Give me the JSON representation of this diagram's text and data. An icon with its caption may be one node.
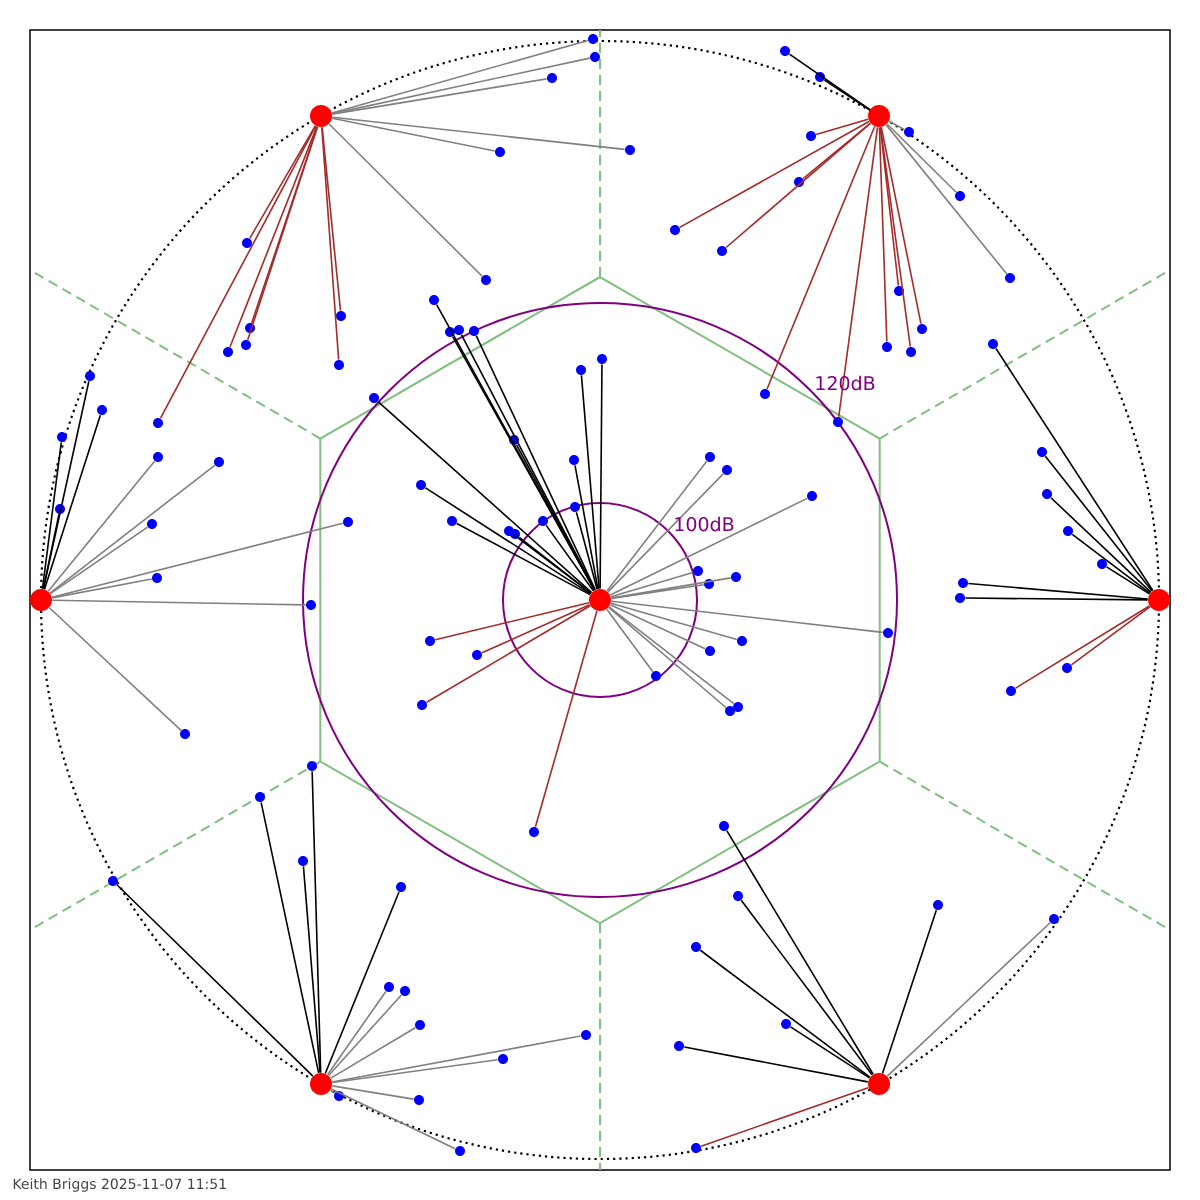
{
  "diagram": {
    "nodes": [
      {
        "text": [],
        "shape": "circle"
      },
      {
        "text": [],
        "shape": "circle"
      },
      {
        "text": [],
        "shape": "circle"
      },
      {
        "text": [],
        "shape": "circle"
      },
      {
        "text": [],
        "shape": "circle"
      },
      {
        "text": [],
        "shape": "circle"
      },
      {
        "text": [],
        "shape": "circle"
      },
      {
        "text": [],
        "shape": "circle"
      },
      {
        "text": [],
        "shape": "circle"
      },
      {
        "text": [],
        "shape": "circle"
      },
      {
        "text": [],
        "shape": "circle"
      },
      {
        "text": [],
        "shape": "circle"
      },
      {
        "text": [],
        "shape": "circle"
      },
      {
        "text": [],
        "shape": "circle"
      },
      {
        "text": [],
        "shape": "circle"
      },
      {
        "text": [],
        "shape": "circle"
      },
      {
        "text": [],
        "shape": "circle"
      },
      {
        "text": [],
        "shape": "circle"
      },
      {
        "text": [],
        "shape": "circle"
      },
      {
        "text": [],
        "shape": "circle"
      },
      {
        "text": [],
        "shape": "circle"
      },
      {
        "text": [],
        "shape": "circle"
      },
      {
        "text": [],
        "shape": "circle"
      },
      {
        "text": [],
        "shape": "circle"
      },
      {
        "text": [],
        "shape": "circle"
      },
      {
        "text": [],
        "shape": "circle"
      },
      {
        "text": [],
        "shape": "circle"
      },
      {
        "text": [],
        "shape": "circle"
      },
      {
        "text": [],
        "shape": "circle"
      },
      {
        "text": [],
        "shape": "circle"
      },
      {
        "text": [],
        "shape": "circle"
      },
      {
        "text": [],
        "shape": "circle"
      },
      {
        "text": [],
        "shape": "circle"
      },
      {
        "text": [],
        "shape": "circle"
      },
      {
        "text": [],
        "shape": "circle"
      },
      {
        "text": [],
        "shape": "circle"
      },
      {
        "text": [],
        "shape": "circle"
      },
      {
        "text": [],
        "shape": "circle"
      },
      {
        "text": [],
        "shape": "circle"
      },
      {
        "text": [],
        "shape": "circle"
      },
      {
        "text": [],
        "shape": "circle"
      },
      {
        "text": [],
        "shape": "circle"
      },
      {
        "text": [],
        "shape": "circle"
      },
      {
        "text": [],
        "shape": "circle"
      },
      {
        "text": [],
        "shape": "circle"
      },
      {
        "text": [],
        "shape": "circle"
      },
      {
        "text": [],
        "shape": "circle"
      },
      {
        "text": [],
        "shape": "circle"
      },
      {
        "text": [],
        "shape": "circle"
      },
      {
        "text": [],
        "shape": "circle"
      },
      {
        "text": [],
        "shape": "circle"
      },
      {
        "text": [],
        "shape": "circle"
      },
      {
        "text": [],
        "shape": "circle"
      },
      {
        "text": [],
        "shape": "circle"
      },
      {
        "text": [],
        "shape": "circle"
      },
      {
        "text": [],
        "shape": "circle"
      },
      {
        "text": [],
        "shape": "circle"
      },
      {
        "text": [],
        "shape": "circle"
      },
      {
        "text": [],
        "shape": "circle"
      },
      {
        "text": [],
        "shape": "circle"
      },
      {
        "text": [],
        "shape": "circle"
      },
      {
        "text": [],
        "shape": "circle"
      },
      {
        "text": [],
        "shape": "circle"
      },
      {
        "text": [],
        "shape": "circle"
      },
      {
        "text": [],
        "shape": "circle"
      },
      {
        "text": [],
        "shape": "circle"
      },
      {
        "text": [],
        "shape": "circle"
      },
      {
        "text": [],
        "shape": "circle"
      },
      {
        "text": [],
        "shape": "circle"
      },
      {
        "text": [],
        "shape": "circle"
      },
      {
        "text": [],
        "shape": "circle"
      },
      {
        "text": [],
        "shape": "circle"
      },
      {
        "text": [],
        "shape": "circle"
      },
      {
        "text": [],
        "shape": "circle"
      },
      {
        "text": [],
        "shape": "circle"
      },
      {
        "text": [],
        "shape": "circle"
      },
      {
        "text": [],
        "shape": "circle"
      },
      {
        "text": [],
        "shape": "circle"
      },
      {
        "text": [],
        "shape": "circle"
      },
      {
        "text": [],
        "shape": "circle"
      },
      {
        "text": [],
        "shape": "circle"
      },
      {
        "text": [],
        "shape": "circle"
      },
      {
        "text": [],
        "shape": "circle"
      },
      {
        "text": [],
        "shape": "circle"
      },
      {
        "text": [],
        "shape": "circle"
      },
      {
        "text": [],
        "shape": "circle"
      },
      {
        "text": [],
        "shape": "circle"
      },
      {
        "text": [],
        "shape": "circle"
      },
      {
        "text": [],
        "shape": "circle"
      },
      {
        "text": [],
        "shape": "circle"
      },
      {
        "text": [],
        "shape": "circle"
      },
      {
        "text": [],
        "shape": "circle"
      },
      {
        "text": [],
        "shape": "circle"
      },
      {
        "text": [],
        "shape": "circle"
      },
      {
        "text": [],
        "shape": "circle"
      },
      {
        "text": [],
        "shape": "circle"
      },
      {
        "text": [],
        "shape": "circle"
      },
      {
        "text": [],
        "shape": "circle"
      },
      {
        "text": [],
        "shape": "circle"
      },
      {
        "text": [],
        "shape": "circle"
      },
      {
        "text": [],
        "shape": "circle"
      },
      {
        "text": [],
        "shape": "circle"
      },
      {
        "text": [],
        "shape": "circle"
      },
      {
        "text": [],
        "shape": "circle"
      },
      {
        "text": [],
        "shape": "circle"
      },
      {
        "text": [],
        "shape": "circle"
      },
      {
        "text": [],
        "shape": "circle"
      }
    ],
    "edges": [
      {
        "from": 0,
        "to": 7,
        "arrow": "none"
      },
      {
        "from": 0,
        "to": 8,
        "arrow": "none"
      },
      {
        "from": 0,
        "to": 9,
        "arrow": "none"
      },
      {
        "from": 0,
        "to": 10,
        "arrow": "none"
      },
      {
        "from": 0,
        "to": 11,
        "arrow": "none"
      },
      {
        "from": 0,
        "to": 12,
        "arrow": "none"
      },
      {
        "from": 0,
        "to": 13,
        "arrow": "none"
      },
      {
        "from": 0,
        "to": 14,
        "arrow": "none"
      },
      {
        "from": 0,
        "to": 15,
        "arrow": "none"
      },
      {
        "from": 0,
        "to": 16,
        "arrow": "none"
      },
      {
        "from": 0,
        "to": 17,
        "arrow": "none"
      },
      {
        "from": 0,
        "to": 18,
        "arrow": "none"
      },
      {
        "from": 0,
        "to": 19,
        "arrow": "none"
      },
      {
        "from": 0,
        "to": 20,
        "arrow": "none"
      },
      {
        "from": 0,
        "to": 21,
        "arrow": "none"
      },
      {
        "from": 0,
        "to": 22,
        "arrow": "none",
        "color": "#808080"
      },
      {
        "from": 0,
        "to": 23,
        "arrow": "none",
        "color": "#808080"
      },
      {
        "from": 0,
        "to": 24,
        "arrow": "none",
        "color": "#808080"
      },
      {
        "from": 0,
        "to": 25,
        "arrow": "none",
        "color": "#808080"
      },
      {
        "from": 0,
        "to": 26,
        "arrow": "none",
        "color": "#808080"
      },
      {
        "from": 0,
        "to": 27,
        "arrow": "none",
        "color": "#808080"
      },
      {
        "from": 0,
        "to": 28,
        "arrow": "none",
        "color": "#808080"
      },
      {
        "from": 0,
        "to": 29,
        "arrow": "none",
        "color": "#808080"
      },
      {
        "from": 0,
        "to": 30,
        "arrow": "none",
        "color": "#808080"
      },
      {
        "from": 0,
        "to": 31,
        "arrow": "none",
        "color": "#808080"
      },
      {
        "from": 0,
        "to": 32,
        "arrow": "none",
        "color": "#808080"
      },
      {
        "from": 0,
        "to": 33,
        "arrow": "none",
        "color": "#808080"
      },
      {
        "from": 0,
        "to": 34,
        "arrow": "none",
        "color": "#a52a2a"
      },
      {
        "from": 0,
        "to": 35,
        "arrow": "none",
        "color": "#a52a2a"
      },
      {
        "from": 0,
        "to": 36,
        "arrow": "none",
        "color": "#a52a2a"
      },
      {
        "from": 0,
        "to": 37,
        "arrow": "none",
        "color": "#a52a2a"
      },
      {
        "from": 1,
        "to": 38,
        "arrow": "none",
        "color": "#808080"
      },
      {
        "from": 1,
        "to": 39,
        "arrow": "none",
        "color": "#808080"
      },
      {
        "from": 1,
        "to": 40,
        "arrow": "none",
        "color": "#808080"
      },
      {
        "from": 1,
        "to": 41,
        "arrow": "none",
        "color": "#808080"
      },
      {
        "from": 1,
        "to": 42,
        "arrow": "none",
        "color": "#808080"
      },
      {
        "from": 1,
        "to": 43,
        "arrow": "none",
        "color": "#808080"
      },
      {
        "from": 1,
        "to": 44,
        "arrow": "none",
        "color": "#a52a2a"
      },
      {
        "from": 1,
        "to": 45,
        "arrow": "none",
        "color": "#a52a2a"
      },
      {
        "from": 1,
        "to": 46,
        "arrow": "none",
        "color": "#a52a2a"
      },
      {
        "from": 1,
        "to": 47,
        "arrow": "none",
        "color": "#a52a2a"
      },
      {
        "from": 1,
        "to": 48,
        "arrow": "none",
        "color": "#a52a2a"
      },
      {
        "from": 1,
        "to": 49,
        "arrow": "none",
        "color": "#a52a2a"
      },
      {
        "from": 1,
        "to": 50,
        "arrow": "none",
        "color": "#a52a2a"
      },
      {
        "from": 2,
        "to": 51,
        "arrow": "none"
      },
      {
        "from": 2,
        "to": 52,
        "arrow": "none"
      },
      {
        "from": 2,
        "to": 53,
        "arrow": "none",
        "color": "#808080"
      },
      {
        "from": 2,
        "to": 54,
        "arrow": "none",
        "color": "#808080"
      },
      {
        "from": 2,
        "to": 55,
        "arrow": "none",
        "color": "#808080"
      },
      {
        "from": 2,
        "to": 56,
        "arrow": "none",
        "color": "#a52a2a"
      },
      {
        "from": 2,
        "to": 57,
        "arrow": "none",
        "color": "#a52a2a"
      },
      {
        "from": 2,
        "to": 58,
        "arrow": "none",
        "color": "#a52a2a"
      },
      {
        "from": 2,
        "to": 59,
        "arrow": "none",
        "color": "#a52a2a"
      },
      {
        "from": 2,
        "to": 60,
        "arrow": "none",
        "color": "#a52a2a"
      },
      {
        "from": 2,
        "to": 61,
        "arrow": "none",
        "color": "#a52a2a"
      },
      {
        "from": 2,
        "to": 62,
        "arrow": "none",
        "color": "#a52a2a"
      },
      {
        "from": 2,
        "to": 63,
        "arrow": "none",
        "color": "#a52a2a"
      },
      {
        "from": 2,
        "to": 64,
        "arrow": "none",
        "color": "#a52a2a"
      },
      {
        "from": 2,
        "to": 65,
        "arrow": "none",
        "color": "#a52a2a"
      },
      {
        "from": 3,
        "to": 66,
        "arrow": "none"
      },
      {
        "from": 3,
        "to": 67,
        "arrow": "none"
      },
      {
        "from": 3,
        "to": 68,
        "arrow": "none"
      },
      {
        "from": 3,
        "to": 69,
        "arrow": "none"
      },
      {
        "from": 3,
        "to": 70,
        "arrow": "none",
        "color": "#808080"
      },
      {
        "from": 3,
        "to": 71,
        "arrow": "none",
        "color": "#808080"
      },
      {
        "from": 3,
        "to": 72,
        "arrow": "none",
        "color": "#808080"
      },
      {
        "from": 3,
        "to": 73,
        "arrow": "none",
        "color": "#808080"
      },
      {
        "from": 3,
        "to": 74,
        "arrow": "none",
        "color": "#808080"
      },
      {
        "from": 3,
        "to": 75,
        "arrow": "none",
        "color": "#808080"
      },
      {
        "from": 3,
        "to": 76,
        "arrow": "none",
        "color": "#808080"
      },
      {
        "from": 4,
        "to": 77,
        "arrow": "none"
      },
      {
        "from": 4,
        "to": 78,
        "arrow": "none"
      },
      {
        "from": 4,
        "to": 79,
        "arrow": "none"
      },
      {
        "from": 4,
        "to": 80,
        "arrow": "none"
      },
      {
        "from": 4,
        "to": 81,
        "arrow": "none"
      },
      {
        "from": 4,
        "to": 82,
        "arrow": "none"
      },
      {
        "from": 4,
        "to": 83,
        "arrow": "none"
      },
      {
        "from": 4,
        "to": 84,
        "arrow": "none",
        "color": "#a52a2a"
      },
      {
        "from": 4,
        "to": 85,
        "arrow": "none",
        "color": "#a52a2a"
      },
      {
        "from": 5,
        "to": 86,
        "arrow": "none"
      },
      {
        "from": 5,
        "to": 87,
        "arrow": "none"
      },
      {
        "from": 5,
        "to": 88,
        "arrow": "none"
      },
      {
        "from": 5,
        "to": 89,
        "arrow": "none"
      },
      {
        "from": 5,
        "to": 90,
        "arrow": "none"
      },
      {
        "from": 5,
        "to": 91,
        "arrow": "none",
        "color": "#808080"
      },
      {
        "from": 5,
        "to": 92,
        "arrow": "none",
        "color": "#808080"
      },
      {
        "from": 5,
        "to": 93,
        "arrow": "none",
        "color": "#808080"
      },
      {
        "from": 5,
        "to": 94,
        "arrow": "none",
        "color": "#808080"
      },
      {
        "from": 5,
        "to": 95,
        "arrow": "none",
        "color": "#808080"
      },
      {
        "from": 5,
        "to": 96,
        "arrow": "none",
        "color": "#808080"
      },
      {
        "from": 5,
        "to": 97,
        "arrow": "none",
        "color": "#808080"
      },
      {
        "from": 5,
        "to": 98,
        "arrow": "none",
        "color": "#808080"
      },
      {
        "from": 6,
        "to": 99,
        "arrow": "none"
      },
      {
        "from": 6,
        "to": 100,
        "arrow": "none"
      },
      {
        "from": 6,
        "to": 101,
        "arrow": "none"
      },
      {
        "from": 6,
        "to": 102,
        "arrow": "none"
      },
      {
        "from": 6,
        "to": 103,
        "arrow": "none"
      },
      {
        "from": 6,
        "to": 104,
        "arrow": "none"
      },
      {
        "from": 6,
        "to": 105,
        "arrow": "none",
        "color": "#808080"
      },
      {
        "from": 6,
        "to": 106,
        "arrow": "none",
        "color": "#a52a2a"
      }
    ],
    "labels": [
      "120dB",
      "100dB",
      "Keith Briggs 2025-11-07 11:51"
    ]
  }
}
